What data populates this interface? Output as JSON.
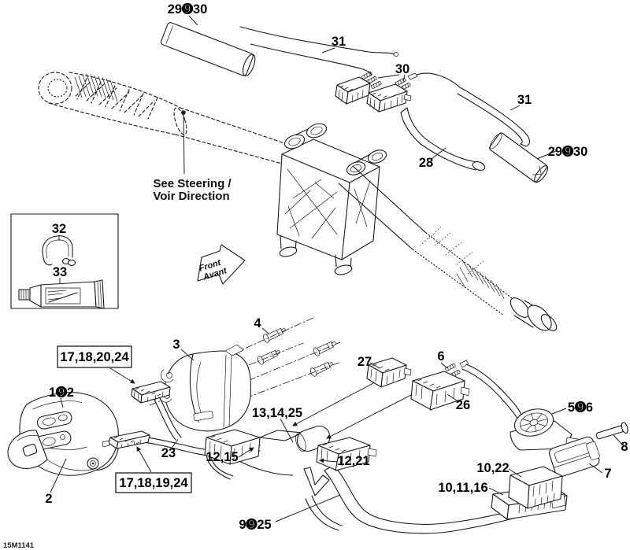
{
  "colors": {
    "line": "#1a1a1a",
    "text": "#000000",
    "background": "#ffffff"
  },
  "drawing_code": "15M1141",
  "note": {
    "line1": "See Steering /",
    "line2": "Voir Direction"
  },
  "front_arrow": {
    "line1": "Front",
    "line2": "Avant"
  },
  "callouts": {
    "sleeve_left": "29➒30",
    "wire_top": "31",
    "connectors_top": "30",
    "wire_right": "31",
    "grip_28": "28",
    "sleeve_right": "29➒30",
    "clip": "32",
    "lubricant": "33",
    "conn_17182024": "17,18,20,24",
    "housing_3": "3",
    "screws_4": "4",
    "switch_1_2": "1➒2",
    "button_2": "2",
    "harness_23": "23",
    "conn_17181924": "17,18,19,24",
    "conn_1215": "12,15",
    "conn_131425": "13,14,25",
    "conn_1221": "12,21",
    "wire_9_25": "9➒25",
    "conn_27": "27",
    "screws_6": "6",
    "conn_26": "26",
    "dial_5_6": "5➒6",
    "pin_8": "8",
    "module_7": "7",
    "module_1022": "10,22",
    "module_101116": "10,11,16"
  }
}
